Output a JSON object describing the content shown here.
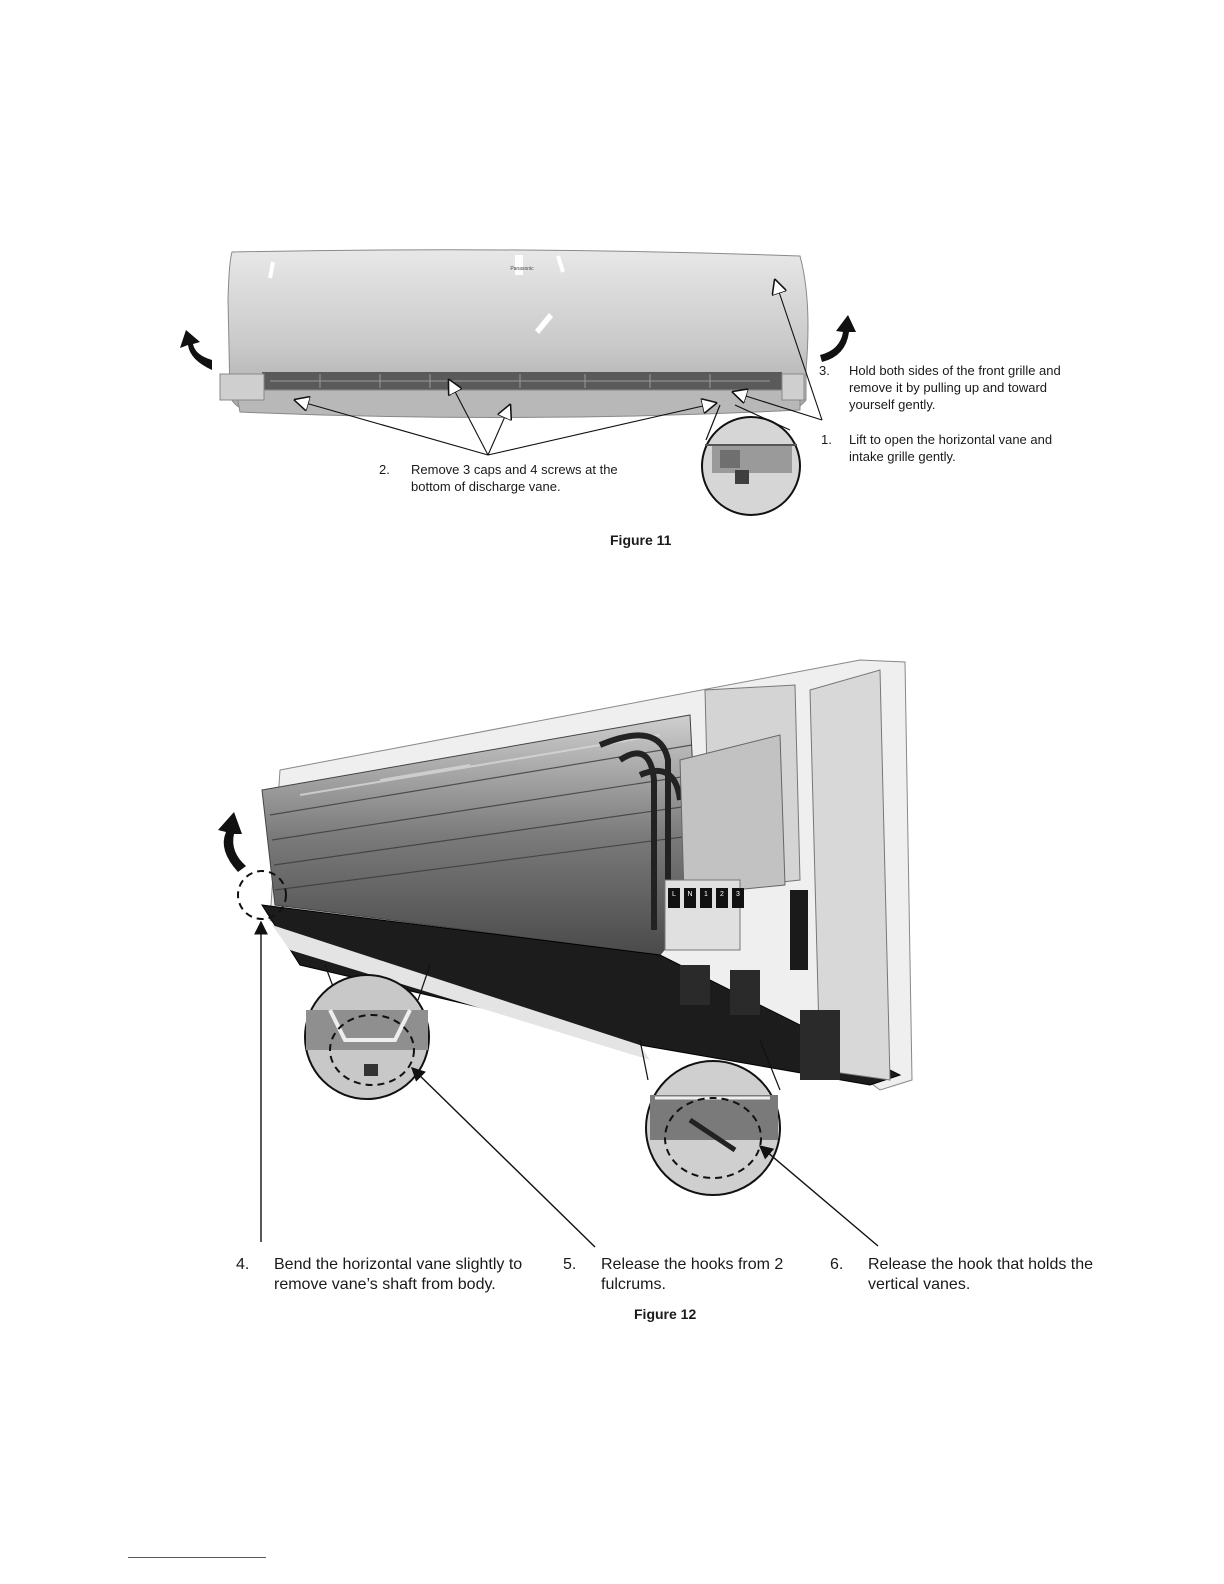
{
  "figure11": {
    "brand": "Panasonic",
    "step3": {
      "num": "3.",
      "text": "Hold both sides of the front grille and remove it by pulling up and toward yourself gently."
    },
    "step1": {
      "num": "1.",
      "text": "Lift to open the horizontal vane and intake grille gently."
    },
    "step2": {
      "num": "2.",
      "text": "Remove 3 caps and 4 screws at the bottom of discharge vane."
    },
    "caption": "Figure 11"
  },
  "figure12": {
    "terminal_labels": [
      "L",
      "N",
      "1",
      "2",
      "3"
    ],
    "step4": {
      "num": "4.",
      "text": "Bend the horizontal vane slightly to remove vane’s shaft from body."
    },
    "step5": {
      "num": "5.",
      "text": "Release the hooks from 2 fulcrums."
    },
    "step6": {
      "num": "6.",
      "text": "Release the hook that holds the vertical vanes."
    },
    "caption": "Figure 12"
  }
}
